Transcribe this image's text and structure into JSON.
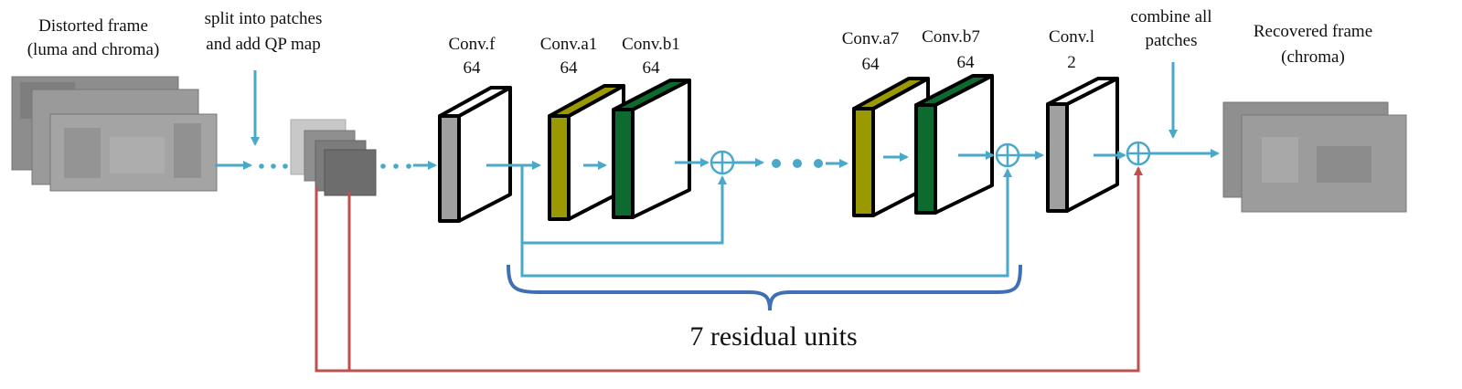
{
  "input": {
    "title_line1": "Distorted frame",
    "title_line2": "(luma and chroma)"
  },
  "split": {
    "line1": "split into patches",
    "line2": "and add QP map"
  },
  "layers": {
    "conv_f": {
      "name": "Conv.f",
      "channels": "64",
      "color": "#a0a0a0"
    },
    "conv_a1": {
      "name": "Conv.a1",
      "channels": "64",
      "color": "#9a9a00"
    },
    "conv_b1": {
      "name": "Conv.b1",
      "channels": "64",
      "color": "#0e6b30"
    },
    "conv_a7": {
      "name": "Conv.a7",
      "channels": "64",
      "color": "#9a9a00"
    },
    "conv_b7": {
      "name": "Conv.b7",
      "channels": "64",
      "color": "#0e6b30"
    },
    "conv_l": {
      "name": "Conv.l",
      "channels": "2",
      "color": "#a0a0a0"
    }
  },
  "combine": {
    "line1": "combine all",
    "line2": "patches"
  },
  "output": {
    "title_line1": "Recovered frame",
    "title_line2": "(chroma)"
  },
  "brace_label": "7 residual units",
  "colors": {
    "flow_arrow": "#4aa8c8",
    "skip_line": "#c0504d",
    "brace": "#3f6fb5"
  }
}
